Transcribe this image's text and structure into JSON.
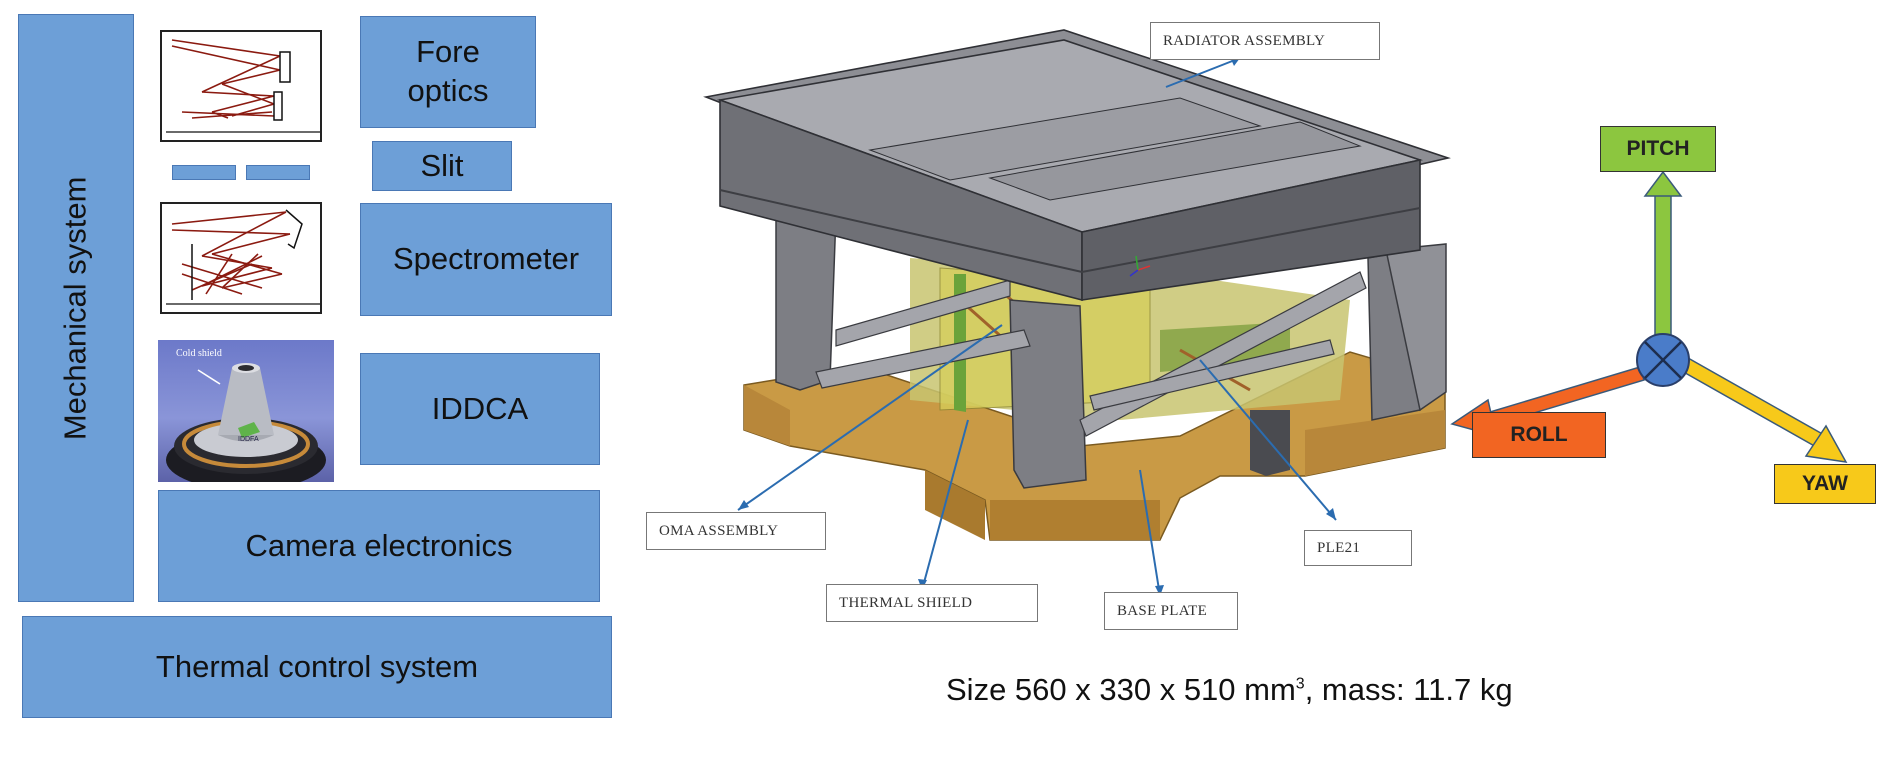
{
  "left_panel": {
    "mechanical_system": "Mechanical system",
    "fore_optics": "Fore optics",
    "slit": "Slit",
    "spectrometer": "Spectrometer",
    "iddca": "IDDCA",
    "camera_electronics": "Camera electronics",
    "thermal_control_system": "Thermal control system",
    "cold_shield_text": "Cold shield",
    "iddca_chip_text": "IDDFA"
  },
  "right_panel": {
    "labels": {
      "radiator_assembly": "RADIATOR ASSEMBLY",
      "oma_assembly": "OMA ASSEMBLY",
      "thermal_shield": "THERMAL SHIELD",
      "base_plate": "BASE PLATE",
      "ple21": "PLE21"
    },
    "axes": {
      "pitch": "PITCH",
      "roll": "ROLL",
      "yaw": "YAW"
    },
    "caption_prefix": "Size 560 x 330 x 510 mm",
    "caption_sup": "3",
    "caption_suffix": ", mass: 11.7 kg"
  },
  "colors": {
    "block_fill": "#6d9fd7",
    "pitch": "#8cc63f",
    "roll": "#f26522",
    "yaw": "#f7c91a",
    "leader": "#2b6cb0"
  }
}
